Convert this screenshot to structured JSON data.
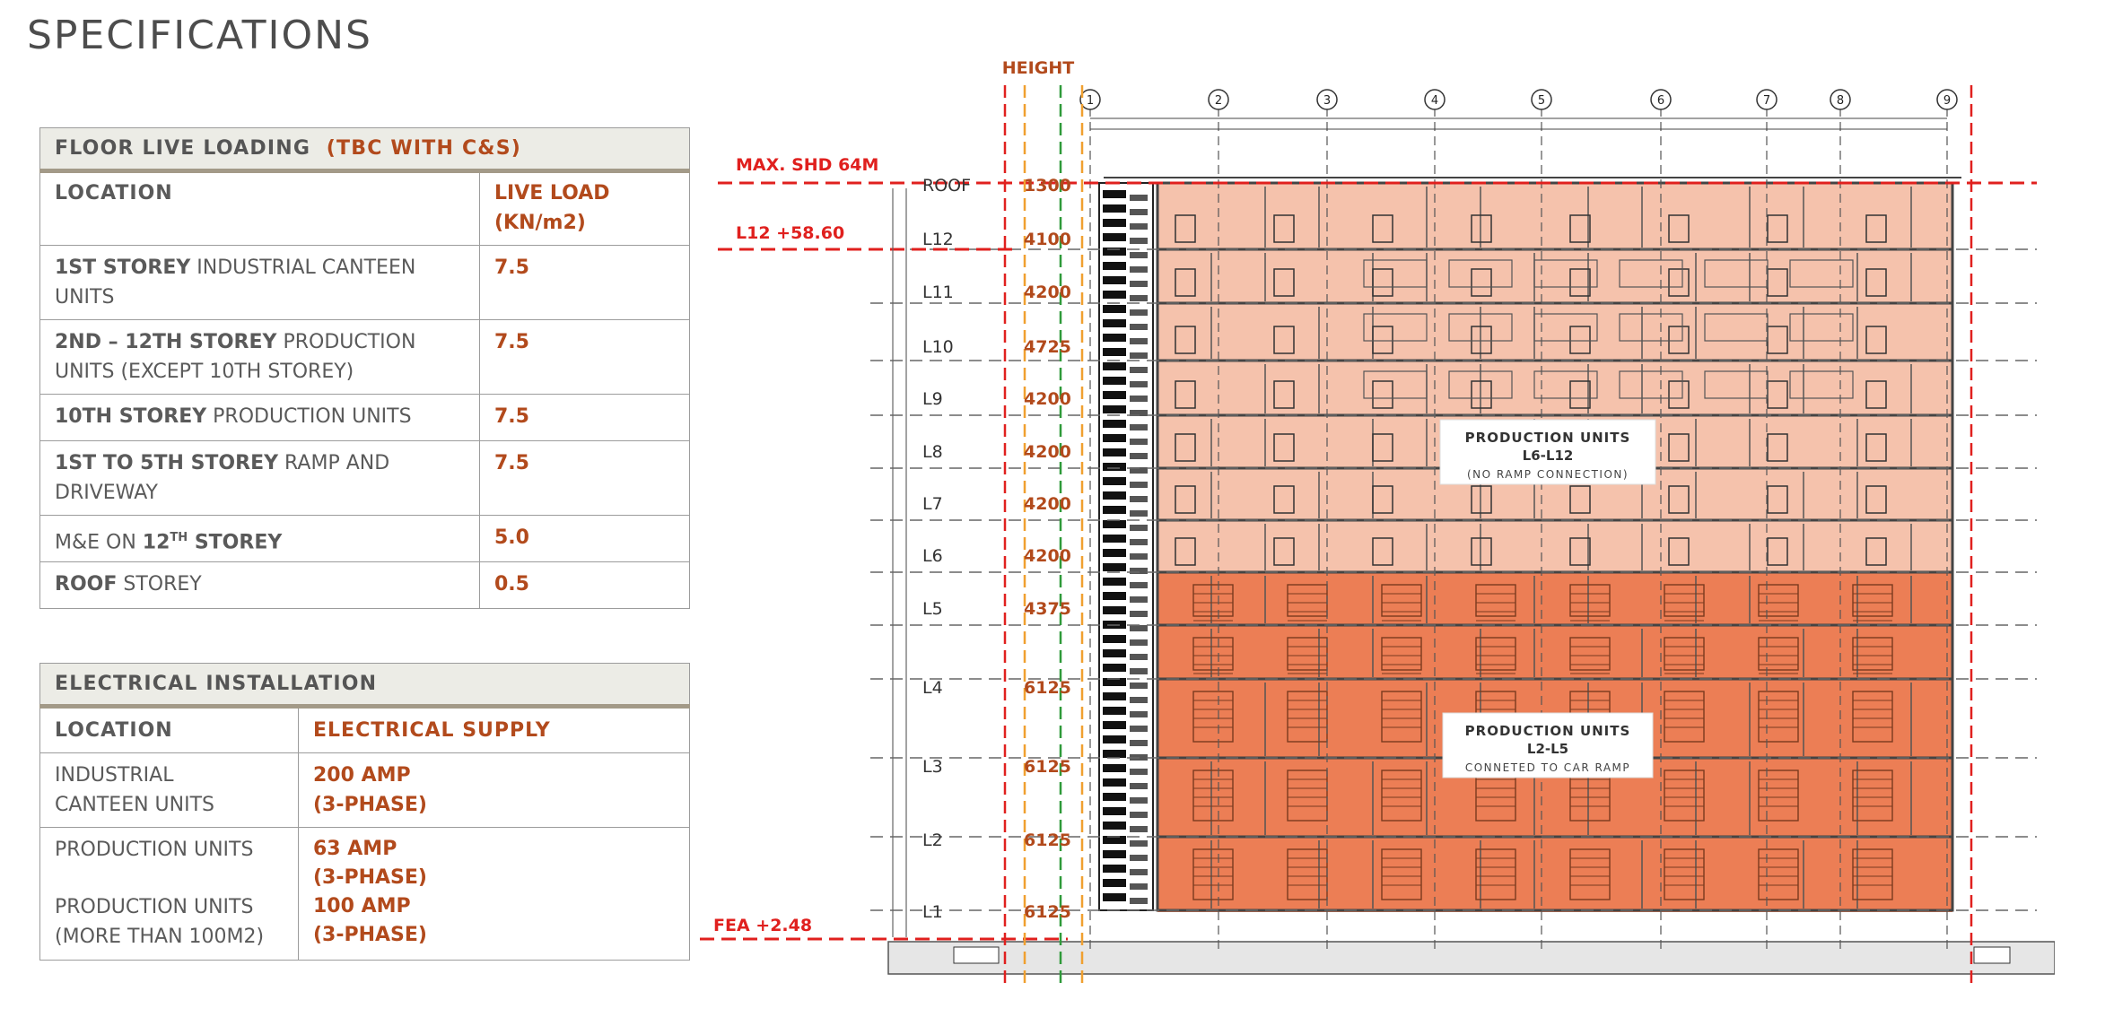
{
  "title": "SPECIFICATIONS",
  "live_loading": {
    "header": "FLOOR LIVE LOADING",
    "header_note": "(TBC WITH C&S)",
    "col_location": "LOCATION",
    "col_load_1": "LIVE LOAD",
    "col_load_2": "(KN/m2)",
    "rows": [
      {
        "bold": "1ST STOREY",
        "rest": " INDUSTRIAL CANTEEN UNITS",
        "value": "7.5"
      },
      {
        "bold": "2ND – 12TH STOREY",
        "rest": " PRODUCTION UNITS (EXCEPT 10TH STOREY)",
        "value": "7.5"
      },
      {
        "bold": "10TH STOREY",
        "rest": " PRODUCTION UNITS",
        "value": "7.5"
      },
      {
        "bold": "1ST TO 5TH STOREY",
        "rest": " RAMP AND DRIVEWAY",
        "value": "7.5"
      },
      {
        "pre": "M&E ON ",
        "bold": "12",
        "sup": "TH",
        "post": " STOREY",
        "value": "5.0"
      },
      {
        "bold": "ROOF",
        "rest": " STOREY",
        "value": "0.5"
      }
    ]
  },
  "electrical": {
    "header": "ELECTRICAL INSTALLATION",
    "col_location": "LOCATION",
    "col_supply": "ELECTRICAL SUPPLY",
    "row1": {
      "loc_1": "INDUSTRIAL",
      "loc_2": "CANTEEN UNITS",
      "val_1": "200 AMP",
      "val_2": "(3-PHASE)"
    },
    "row2": {
      "loc_a": "PRODUCTION UNITS",
      "loc_b1": "PRODUCTION UNITS",
      "loc_b2": "(MORE THAN 100M2)",
      "val_a1": "63 AMP",
      "val_a2": "(3-PHASE)",
      "val_b1": "100 AMP",
      "val_b2": "(3-PHASE)"
    }
  },
  "section": {
    "height_title": "HEIGHT",
    "max_label": "MAX. SHD 64M",
    "l12_label": "L12 +58.60",
    "fea_label": "FEA +2.48",
    "grid": [
      "1",
      "2",
      "3",
      "4",
      "5",
      "6",
      "7",
      "8",
      "9"
    ],
    "floors": [
      {
        "label": "ROOF",
        "height": "1300"
      },
      {
        "label": "L12",
        "height": "4100"
      },
      {
        "label": "L11",
        "height": "4200"
      },
      {
        "label": "L10",
        "height": "4725"
      },
      {
        "label": "L9",
        "height": "4200"
      },
      {
        "label": "L8",
        "height": "4200"
      },
      {
        "label": "L7",
        "height": "4200"
      },
      {
        "label": "L6",
        "height": "4200"
      },
      {
        "label": "L5",
        "height": "4375"
      },
      {
        "label": "L4",
        "height": "6125"
      },
      {
        "label": "L3",
        "height": "6125"
      },
      {
        "label": "L2",
        "height": "6125"
      },
      {
        "label": "L1",
        "height": "6125"
      }
    ],
    "upper_box": {
      "l1": "PRODUCTION UNITS",
      "l2": "L6-L12",
      "l3": "(NO RAMP CONNECTION)"
    },
    "lower_box": {
      "l1": "PRODUCTION UNITS",
      "l2": "L2-L5",
      "l3": "CONNETED TO CAR RAMP"
    },
    "colors": {
      "red": "#e0201e",
      "orange": "#f0a030",
      "green": "#2f9a3a",
      "upper_fill": "#f5c2ac",
      "lower_fill": "#ec7e55",
      "label_red": "#b24a1c"
    }
  }
}
